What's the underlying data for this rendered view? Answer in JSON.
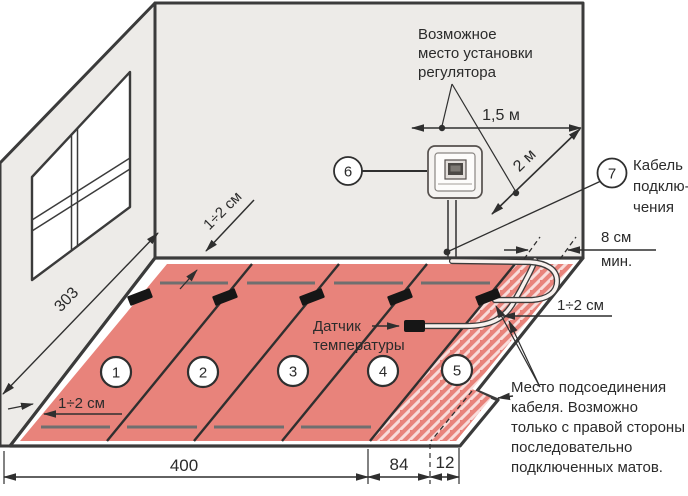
{
  "notes": {
    "regulator": [
      "Возможное",
      "место установки",
      "регулятора"
    ],
    "connection": [
      "Место подсоединения",
      "кабеля. Возможно",
      "только с правой стороны",
      "последовательно",
      "подключенных матов."
    ],
    "cable": [
      "Кабель",
      "подклю-",
      "чения"
    ],
    "sensor": [
      "Датчик",
      "температуры"
    ],
    "min_gap": [
      "8 см",
      "мин."
    ]
  },
  "dims": {
    "d15m": "1,5 м",
    "d2m": "2 м",
    "wall": "303",
    "floor_main": "400",
    "floor_mesh": "84",
    "floor_step": "12",
    "gap_back": "1÷2 см",
    "gap_right": "1÷2 см",
    "gap_left": "1÷2 см"
  },
  "callouts": {
    "thermostat": "6",
    "cable": "7"
  },
  "mats": [
    "1",
    "2",
    "3",
    "4",
    "5"
  ],
  "colors": {
    "mat_red": "#e8837b",
    "wall_gray": "#edebe8",
    "outline_dark": "#3b3b3b",
    "hatch_stripe": "#ffffff",
    "marking_gray": "#6f6f6f"
  }
}
